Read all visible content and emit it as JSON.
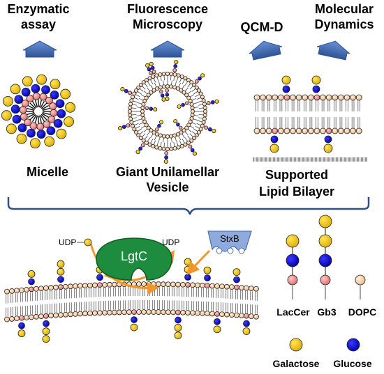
{
  "top_methods": {
    "enzymatic": {
      "line1": "Enzymatic",
      "line2": "assay"
    },
    "fluorescence": {
      "line1": "Fluorescence",
      "line2": "Microscopy"
    },
    "qcmd": {
      "line1": "QCM-D"
    },
    "md": {
      "line1": "Molecular",
      "line2": "Dynamics"
    }
  },
  "systems": {
    "micelle": "Micelle",
    "guv": {
      "line1": "Giant Unilamellar",
      "line2": "Vesicle"
    },
    "slb": {
      "line1": "Supported",
      "line2": "Lipid  Bilayer"
    }
  },
  "reaction": {
    "udp_in": "UDP",
    "udp_out": "UDP",
    "enzyme": "LgtC",
    "toxin": "StxB"
  },
  "legend": {
    "lipids": [
      "LacCer",
      "Gb3",
      "DOPC"
    ],
    "sugars": [
      "Galactose",
      "Glucose"
    ]
  },
  "colors": {
    "arrow_blue": "#4472C4",
    "galactose": "#F5C400",
    "glucose": "#0000CC",
    "ceramide": "#F08A8A",
    "dopc_head": "#F6CFA8",
    "lgtc_green": "#1E8C3E",
    "stxb_blue": "#8FAADC",
    "reaction_arrow": "#F0962D",
    "bracket": "#2F4E8C"
  }
}
